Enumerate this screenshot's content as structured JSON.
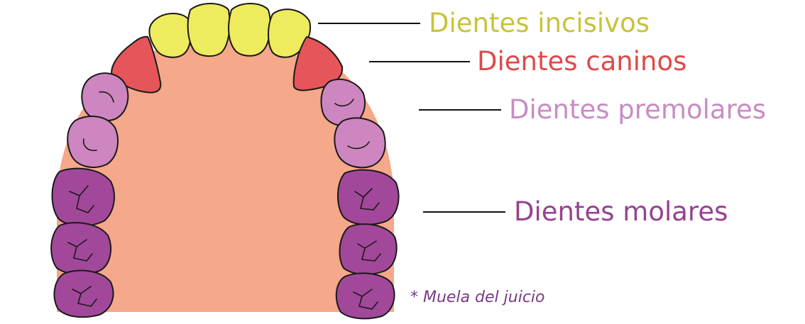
{
  "colors": {
    "palate": "#f5a88a",
    "incisor": "#eeec5e",
    "canine": "#e5555a",
    "premolar": "#cd86bf",
    "molar": "#a2489a",
    "outline": "#1a1a1a",
    "label_incisors": "#c9c23a",
    "label_canines": "#dd4a48",
    "label_premolars": "#c98cc4",
    "label_molars": "#95428f",
    "label_footnote": "#7a3a86"
  },
  "labels": {
    "incisors": "Dientes incisivos",
    "canines": "Dientes caninos",
    "premolars": "Dientes premolares",
    "molars": "Dientes molares"
  },
  "footnote": "* Muela del juicio"
}
